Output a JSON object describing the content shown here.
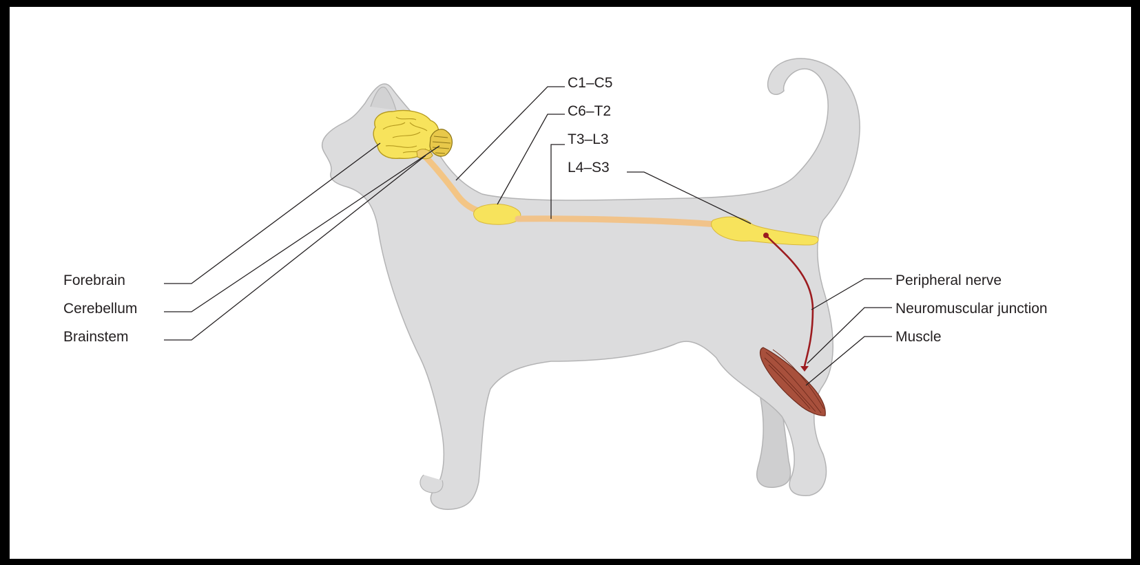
{
  "labels": {
    "forebrain": "Forebrain",
    "cerebellum": "Cerebellum",
    "brainstem": "Brainstem",
    "c1_c5": "C1–C5",
    "c6_t2": "C6–T2",
    "t3_l3": "T3–L3",
    "l4_s3": "L4–S3",
    "peripheral_nerve": "Peripheral nerve",
    "neuromuscular_junction": "Neuromuscular junction",
    "muscle": "Muscle"
  },
  "colors": {
    "background": "#000000",
    "panel": "#ffffff",
    "cat_body": "#dcdcdd",
    "cat_shadow": "#c9c9ca",
    "cat_outline": "#b3b3b4",
    "brain": "#f7e35c",
    "brain_outline": "#b59a1e",
    "cerebellum": "#e8c84a",
    "cord_cervical": "#f3c585",
    "cord_enlargement": "#f7e35c",
    "cord_thoracolumbar": "#f1c38a",
    "nerve": "#9c1b1f",
    "muscle": "#a8503c",
    "leader_line": "#231f20",
    "text": "#231f20"
  }
}
